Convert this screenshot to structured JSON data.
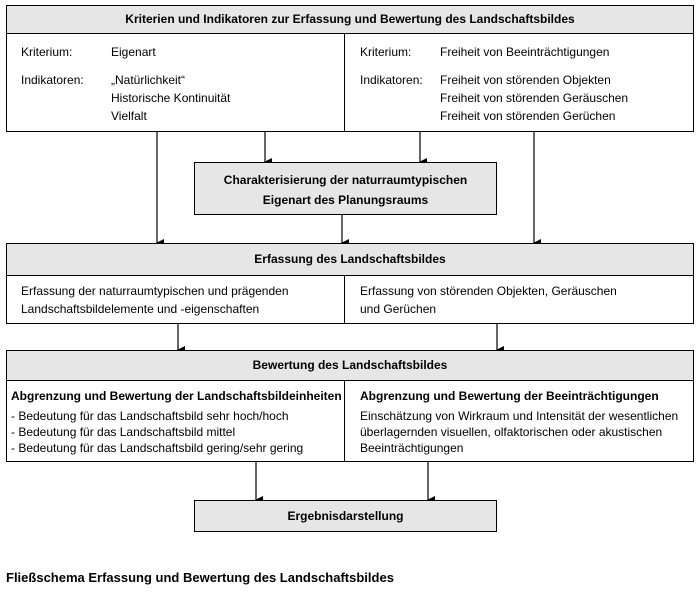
{
  "box1": {
    "title": "Kriterien und Indikatoren zur Erfassung und Bewertung des Landschaftsbildes",
    "left": {
      "criterion_label": "Kriterium:",
      "criterion_value": "Eigenart",
      "indicator_label": "Indikatoren:",
      "indicators": [
        "„Natürlichkeit“",
        "Historische Kontinuität",
        "Vielfalt"
      ]
    },
    "right": {
      "criterion_label": "Kriterium:",
      "criterion_value": "Freiheit von Beeinträchtigungen",
      "indicator_label": "Indikatoren:",
      "indicators": [
        "Freiheit von störenden Objekten",
        "Freiheit von störenden Geräuschen",
        "Freiheit von störenden Gerüchen"
      ]
    }
  },
  "box2": {
    "lines": [
      "Charakterisierung der naturraumtypischen",
      "Eigenart des Planungsraums"
    ]
  },
  "box3": {
    "title": "Erfassung des Landschaftsbildes",
    "left_lines": [
      "Erfassung der naturraumtypischen und prägenden",
      "Landschaftsbildelemente und -eigenschaften"
    ],
    "right_lines": [
      "Erfassung von störenden Objekten, Geräuschen",
      "und Gerüchen"
    ]
  },
  "box4": {
    "title": "Bewertung des Landschaftsbildes",
    "left_heading": "Abgrenzung und Bewertung der Landschaftsbildeinheiten",
    "left_items": [
      "- Bedeutung für das Landschaftsbild sehr hoch/hoch",
      "- Bedeutung für das Landschaftsbild mittel",
      "- Bedeutung für das Landschaftsbild gering/sehr gering"
    ],
    "right_heading": "Abgrenzung und Bewertung der Beeinträchtigungen",
    "right_lines": [
      "Einschätzung von Wirkraum und Intensität der wesentlichen",
      "überlagernden visuellen, olfaktorischen oder akustischen",
      "Beeinträchtigungen"
    ]
  },
  "box5": {
    "title": "Ergebnisdarstellung"
  },
  "caption": "Fließschema Erfassung und Bewertung des Landschaftsbildes"
}
